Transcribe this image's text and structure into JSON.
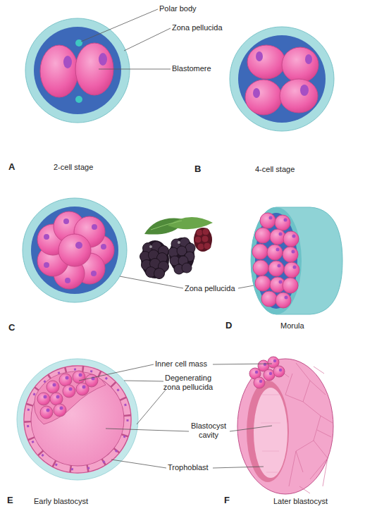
{
  "diagram": {
    "labels": [
      "Polar body",
      "Zona pellucida",
      "Blastomere",
      "A",
      "2-cell stage",
      "B",
      "4-cell stage",
      "C",
      "Zona pellucida",
      "D",
      "Morula",
      "Inner cell mass",
      "Degenerating zona pellucida",
      "Blastocyst cavity",
      "Trophoblast",
      "E",
      "Early blastocyst",
      "F",
      "Later blastocyst"
    ]
  }
}
